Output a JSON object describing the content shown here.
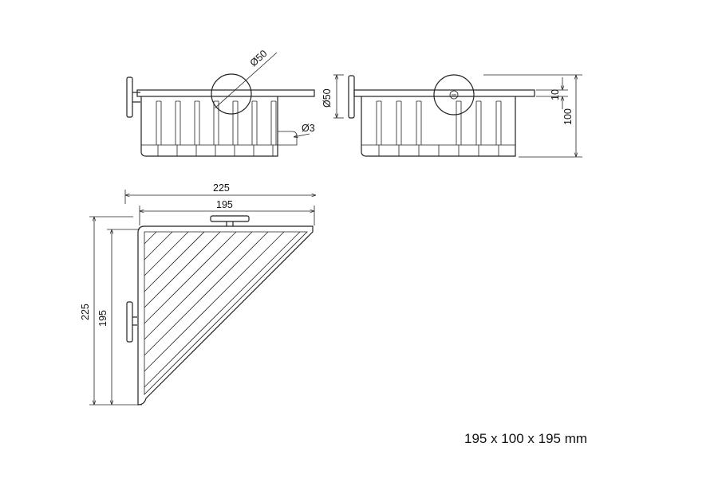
{
  "drawing": {
    "side_view": {
      "diameter_label": "Ø50",
      "wire_label": "Ø3"
    },
    "front_view": {
      "diameter_label": "Ø50",
      "rim_label": "10",
      "height_label": "100"
    },
    "top_view": {
      "outer_width": "225",
      "inner_width": "195",
      "outer_depth": "225",
      "inner_depth": "195"
    },
    "caption": "195 x 100 x 195 mm"
  }
}
